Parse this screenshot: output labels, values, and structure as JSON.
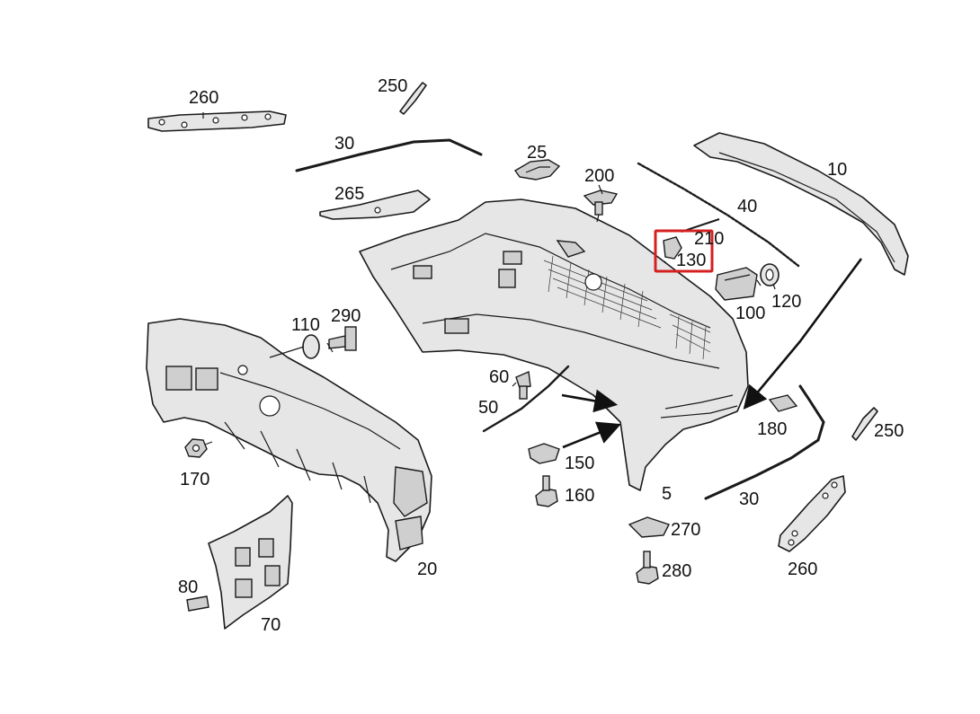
{
  "highlight": {
    "part_number": "130",
    "color": "#d42020"
  },
  "callouts": {
    "c260a": "260",
    "c250a": "250",
    "c30a": "30",
    "c25": "25",
    "c265": "265",
    "c200": "200",
    "c10": "10",
    "c40": "40",
    "c210": "210",
    "c130": "130",
    "c120": "120",
    "c100": "100",
    "c110": "110",
    "c290": "290",
    "c60": "60",
    "c50": "50",
    "c170": "170",
    "c150": "150",
    "c160": "160",
    "c5": "5",
    "c180": "180",
    "c250b": "250",
    "c30b": "30",
    "c270": "270",
    "c280": "280",
    "c260b": "260",
    "c20": "20",
    "c80": "80",
    "c70": "70"
  }
}
